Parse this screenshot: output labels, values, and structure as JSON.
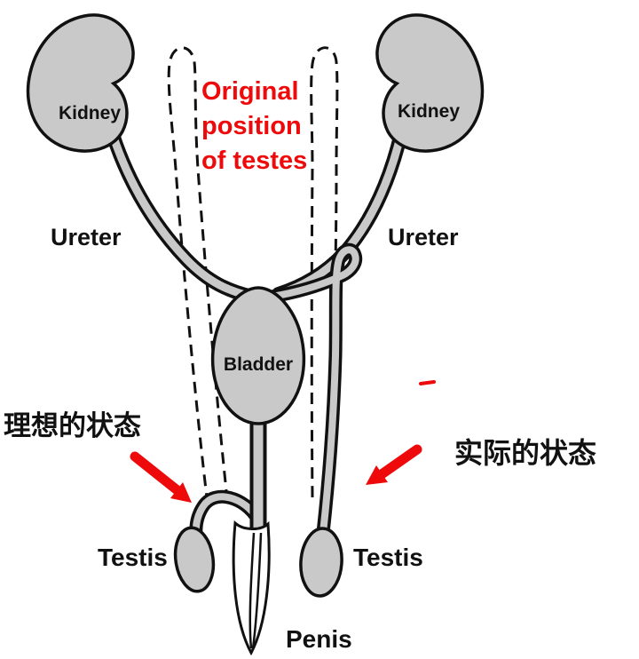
{
  "labels": {
    "kidney_left": "Kidney",
    "kidney_right": "Kidney",
    "ureter_left": "Ureter",
    "ureter_right": "Ureter",
    "bladder": "Bladder",
    "testis_left": "Testis",
    "testis_right": "Testis",
    "penis": "Penis"
  },
  "annotations": {
    "original_position": {
      "line1": "Original",
      "line2": "position",
      "line3": "of testes"
    },
    "ideal_state": "理想的状态",
    "actual_state": "实际的状态"
  },
  "colors": {
    "organ_fill": "#c9c9c9",
    "outline": "#111111",
    "red": "#ee0a0a",
    "background": "#ffffff"
  }
}
